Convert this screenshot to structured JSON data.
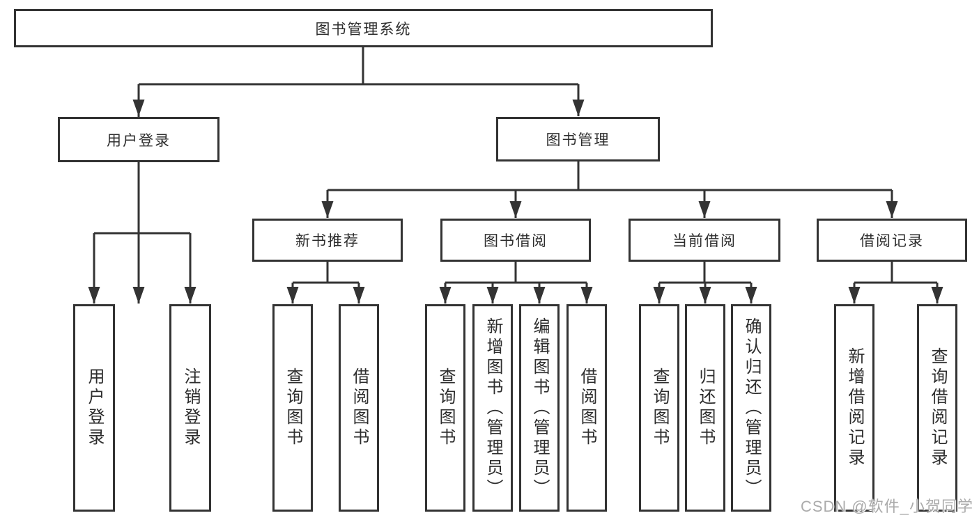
{
  "diagram": {
    "type": "hierarchy-tree",
    "title": "图书管理系统"
  },
  "nodes": {
    "root": "图书管理系统",
    "user_login": "用户登录",
    "book_management": "图书管理",
    "new_book_recommend": "新书推荐",
    "book_borrowing": "图书借阅",
    "current_borrowing": "当前借阅",
    "borrowing_records": "借阅记录",
    "leaf_user_login": "用户登录",
    "leaf_logout": "注销登录",
    "leaf_nbr_query_books": "查询图书",
    "leaf_nbr_borrow_books": "借阅图书",
    "leaf_bb_query_books": "查询图书",
    "leaf_bb_add_books": "新增图书（管理员）",
    "leaf_bb_edit_books": "编辑图书（管理员）",
    "leaf_bb_borrow_books": "借阅图书",
    "leaf_cb_query_books": "查询图书",
    "leaf_cb_return_books": "归还图书",
    "leaf_cb_confirm_return": "确认归还（管理员）",
    "leaf_br_add_record": "新增借阅记录",
    "leaf_br_query_record": "查询借阅记录"
  },
  "hierarchy": [
    {
      "parent": "图书管理系统",
      "children": [
        "用户登录",
        "图书管理"
      ]
    },
    {
      "parent": "用户登录",
      "children": [
        "用户登录",
        "注销登录"
      ]
    },
    {
      "parent": "图书管理",
      "children": [
        "新书推荐",
        "图书借阅",
        "当前借阅",
        "借阅记录"
      ]
    },
    {
      "parent": "新书推荐",
      "children": [
        "查询图书",
        "借阅图书"
      ]
    },
    {
      "parent": "图书借阅",
      "children": [
        "查询图书",
        "新增图书（管理员）",
        "编辑图书（管理员）",
        "借阅图书"
      ]
    },
    {
      "parent": "当前借阅",
      "children": [
        "查询图书",
        "归还图书",
        "确认归还（管理员）"
      ]
    },
    {
      "parent": "借阅记录",
      "children": [
        "新增借阅记录",
        "查询借阅记录"
      ]
    }
  ],
  "watermark": {
    "text": "CSDN @软件_小贺同学"
  },
  "colors": {
    "line": "#333333",
    "box_border": "#333333",
    "text": "#2d2d2d",
    "watermark": "#ababab",
    "background": "#ffffff"
  }
}
